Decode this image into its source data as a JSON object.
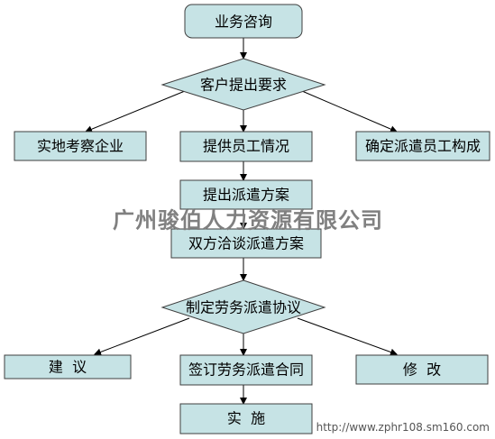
{
  "colors": {
    "node_fill": "#c6e3e5",
    "node_stroke": "#3f3f3f",
    "connector": "#000000",
    "watermark": "#808080"
  },
  "nodes": {
    "consult": "业务咨询",
    "client_request": "客户提出要求",
    "inspect_company": "实地考察企业",
    "provide_staff": "提供员工情况",
    "determine_staff": "确定派遣员工构成",
    "propose_plan": "提出派遣方案",
    "negotiate_plan": "双方洽谈派遣方案",
    "draft_agreement": "制定劳务派遣协议",
    "suggest": "建  议",
    "sign_contract": "签订劳务派遣合同",
    "modify": "修  改",
    "implement": "实  施"
  },
  "watermark": {
    "company": "广州骏伯人力资源有限公司",
    "url": "http://www.zphr108.sm160.com"
  }
}
